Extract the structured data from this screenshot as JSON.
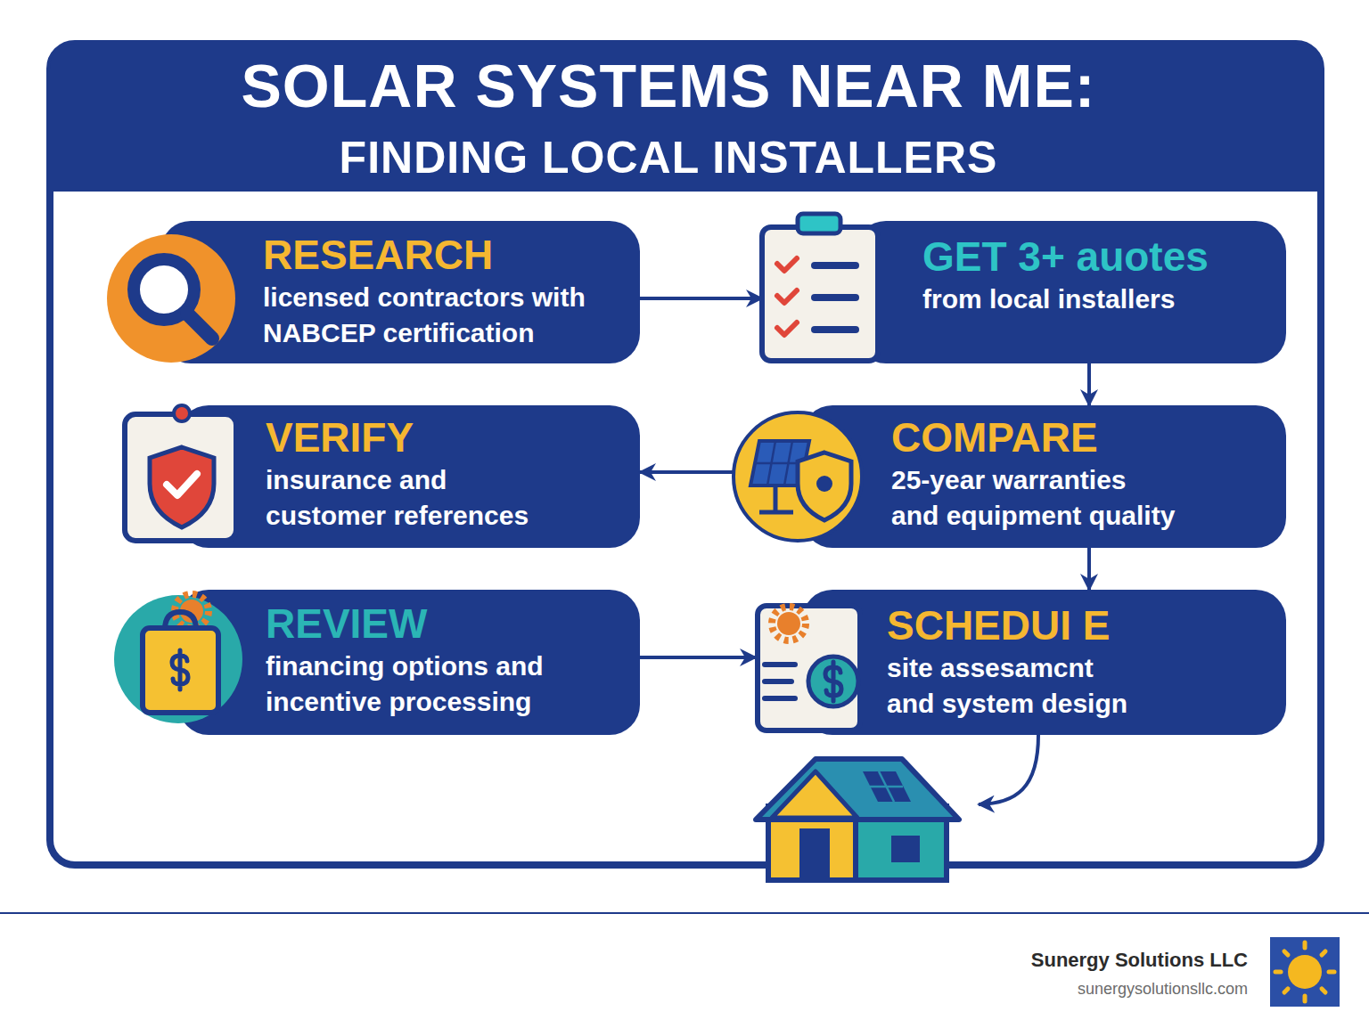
{
  "diagram": {
    "title": "SOLAR SYSTEMS NEAR ME:",
    "nodes": [
      {
        "text": [
          "RESEARCH",
          "licensed contractors with NABCEP certification"
        ]
      },
      {
        "text": [
          "GET 3+ auotes",
          "from local installers"
        ]
      },
      {
        "text": [
          "VERIFY",
          "insurance and customer references"
        ]
      },
      {
        "text": [
          "COMPARE",
          "25-year warranties and equipment quality"
        ]
      },
      {
        "text": [
          "REVIEW",
          "financing options and incentive processing"
        ]
      },
      {
        "text": [
          "SCHEDUI E",
          "site assesamcnt and system design"
        ]
      }
    ],
    "edges": [
      {
        "from": 0,
        "to": 1,
        "arrow": "to"
      },
      {
        "from": 1,
        "to": 3,
        "arrow": "to"
      },
      {
        "from": 3,
        "to": 2,
        "arrow": "to"
      },
      {
        "from": 3,
        "to": 5,
        "arrow": "to"
      },
      {
        "from": 4,
        "to": 5,
        "arrow": "to"
      }
    ],
    "labels": [
      "FINDING LOCAL INSTALLERS",
      "Sunergy Solutions LLC",
      "sunergysolutionsllc.com"
    ]
  }
}
